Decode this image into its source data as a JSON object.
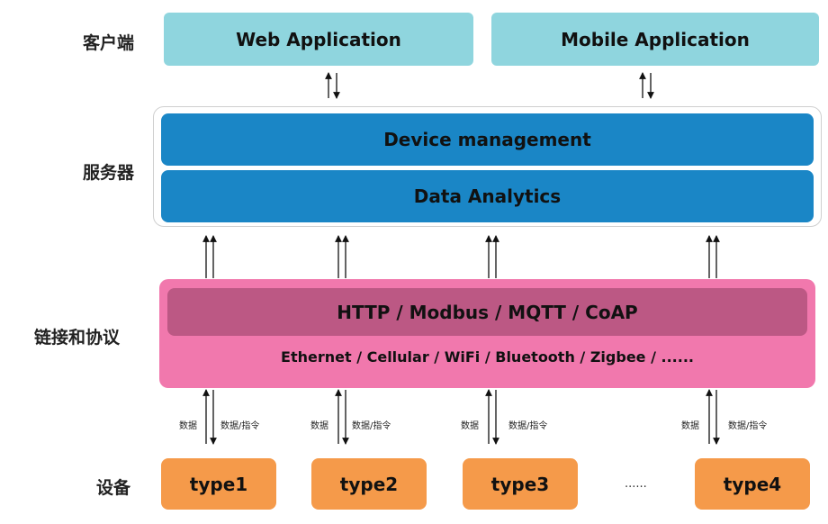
{
  "layers": {
    "client": {
      "label": "客户端",
      "boxes": [
        "Web Application",
        "Mobile Application"
      ]
    },
    "server": {
      "label": "服务器",
      "boxes": [
        "Device management",
        "Data Analytics"
      ]
    },
    "protocol": {
      "label": "链接和协议",
      "protocols": "HTTP / Modbus / MQTT / CoAP",
      "links": "Ethernet / Cellular / WiFi / Bluetooth / Zigbee / ......"
    },
    "device": {
      "label": "设备",
      "types": [
        "type1",
        "type2",
        "type3",
        "type4"
      ],
      "ellipsis": "......"
    }
  },
  "flow_labels": {
    "up": "数据",
    "down": "数据/指令"
  },
  "colors": {
    "client": "#8fd5de",
    "server": "#1a86c6",
    "protocol_outer": "#f178ad",
    "protocol_inner": "#bc5884",
    "device": "#f59a4a"
  }
}
